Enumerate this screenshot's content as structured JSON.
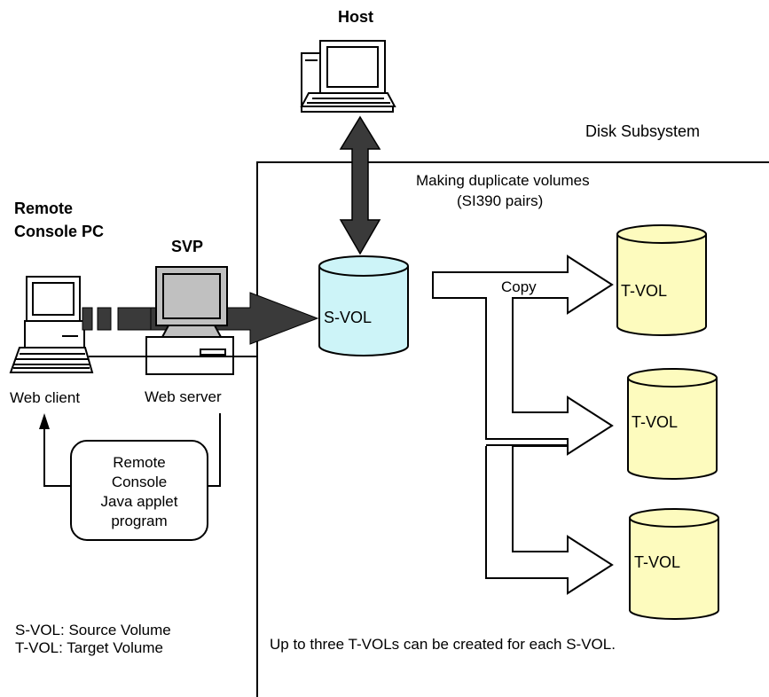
{
  "labels": {
    "host": "Host",
    "disk_subsystem": "Disk Subsystem",
    "making_duplicates": "Making duplicate volumes",
    "si390_pairs": "(SI390 pairs)",
    "remote": "Remote",
    "console_pc": "Console PC",
    "svp": "SVP",
    "web_client": "Web client",
    "web_server": "Web server",
    "svol": "S-VOL",
    "copy": "Copy",
    "tvol_1": "T-VOL",
    "tvol_2": "T-VOL",
    "tvol_3": "T-VOL",
    "applet_line1": "Remote",
    "applet_line2": "Console",
    "applet_line3": "Java applet",
    "applet_line4": "program",
    "legend_svol": "S-VOL: Source Volume",
    "legend_tvol": "T-VOL: Target Volume",
    "footnote": "Up to three T-VOLs can be created for each S-VOL."
  },
  "colors": {
    "svol_fill": "#cdf4f8",
    "tvol_fill": "#fdfbbe",
    "svp_fill": "#c0c0c0",
    "arrow_fill": "#3a3a3a"
  }
}
